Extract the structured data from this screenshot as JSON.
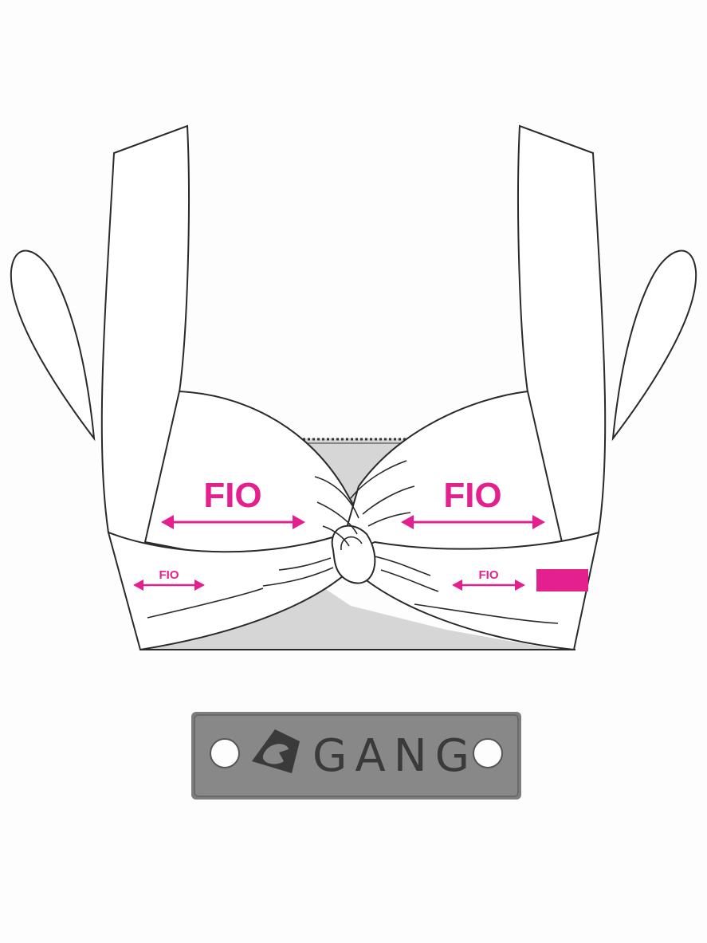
{
  "diagram": {
    "labels": {
      "left_cup": "FIO",
      "right_cup": "FIO",
      "left_band": "FIO",
      "right_band": "FIO"
    },
    "colors": {
      "accent": "#e4208f",
      "outline": "#2a2a2a",
      "fill": "#ffffff",
      "back_panel": "#d6d6d6"
    }
  },
  "tag": {
    "brand": "GANG",
    "logo_icon": "gang-logo-icon",
    "color": "#7d7d7d"
  }
}
